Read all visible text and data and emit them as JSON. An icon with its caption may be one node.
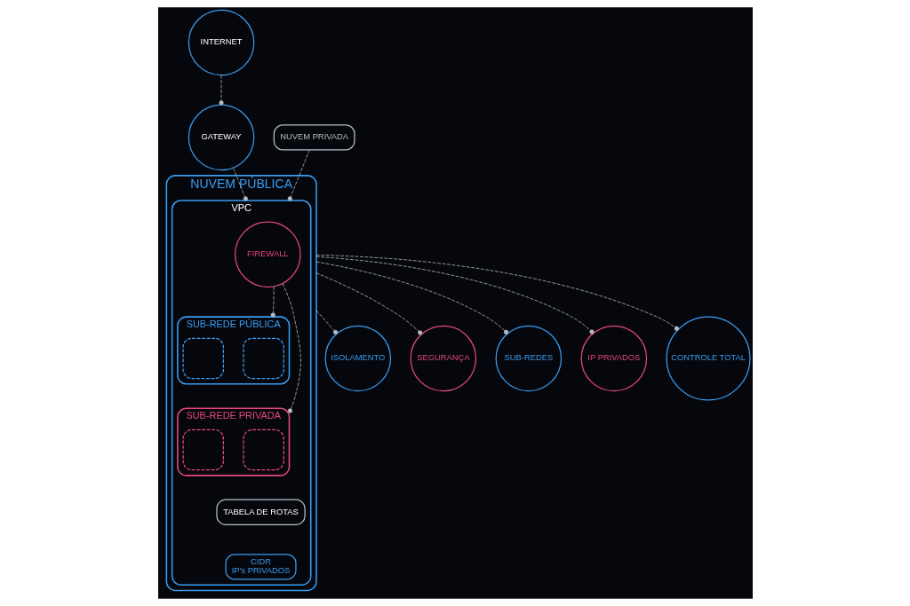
{
  "diagram": {
    "nodes": [
      {
        "text": [
          "NUVEM PÚBLICA"
        ]
      },
      {
        "text": [
          "VPC"
        ],
        "in": 0
      },
      {
        "text": [
          "FIREWALL"
        ],
        "in": 1
      },
      {
        "text": [
          "SUB-REDE PÚBLICA"
        ],
        "in": 1
      },
      {
        "text": [],
        "shape": "box",
        "in": 3
      },
      {
        "text": [],
        "shape": "box",
        "in": 3
      },
      {
        "text": [
          "SUB-REDE PRIVADA"
        ],
        "in": 1
      },
      {
        "text": [],
        "shape": "box",
        "in": 6
      },
      {
        "text": [],
        "shape": "box",
        "in": 6
      },
      {
        "text": [
          "TABELA DE ROTAS"
        ],
        "in": 1
      },
      {
        "text": [
          "CIDR",
          "IP's PRIVADOS"
        ],
        "in": 1
      },
      {
        "text": [
          "INTERNET"
        ]
      },
      {
        "text": [
          "GATEWAY"
        ]
      },
      {
        "text": [
          "NUVEM PRIVADA"
        ]
      },
      {
        "text": [
          "ISOLAMENTO"
        ]
      },
      {
        "text": [
          "SEGURANÇA"
        ]
      },
      {
        "text": [
          "SUB-REDES"
        ]
      },
      {
        "text": [
          "IP PRIVADOS"
        ]
      },
      {
        "text": [
          "CONTROLE TOTAL"
        ]
      }
    ],
    "edges": [
      {
        "from": 11,
        "to": 12,
        "arrow": "other",
        "style": "dashed"
      },
      {
        "from": 12,
        "to": 1,
        "arrow": "other",
        "style": "dashed"
      },
      {
        "from": 2,
        "to": 3,
        "arrow": "other",
        "style": "dashed"
      },
      {
        "from": 2,
        "to": 6,
        "arrow": "other",
        "style": "dashed"
      },
      {
        "from": 13,
        "to": 1,
        "arrow": "other",
        "style": "dashed"
      },
      {
        "from": 0,
        "to": 14,
        "arrow": "other",
        "style": "dashed"
      },
      {
        "from": 0,
        "to": 15,
        "arrow": "other",
        "style": "dashed"
      },
      {
        "from": 0,
        "to": 16,
        "arrow": "other",
        "style": "dashed"
      },
      {
        "from": 0,
        "to": 17,
        "arrow": "other",
        "style": "dashed"
      },
      {
        "from": 0,
        "to": 18,
        "arrow": "other",
        "style": "dashed"
      }
    ]
  }
}
